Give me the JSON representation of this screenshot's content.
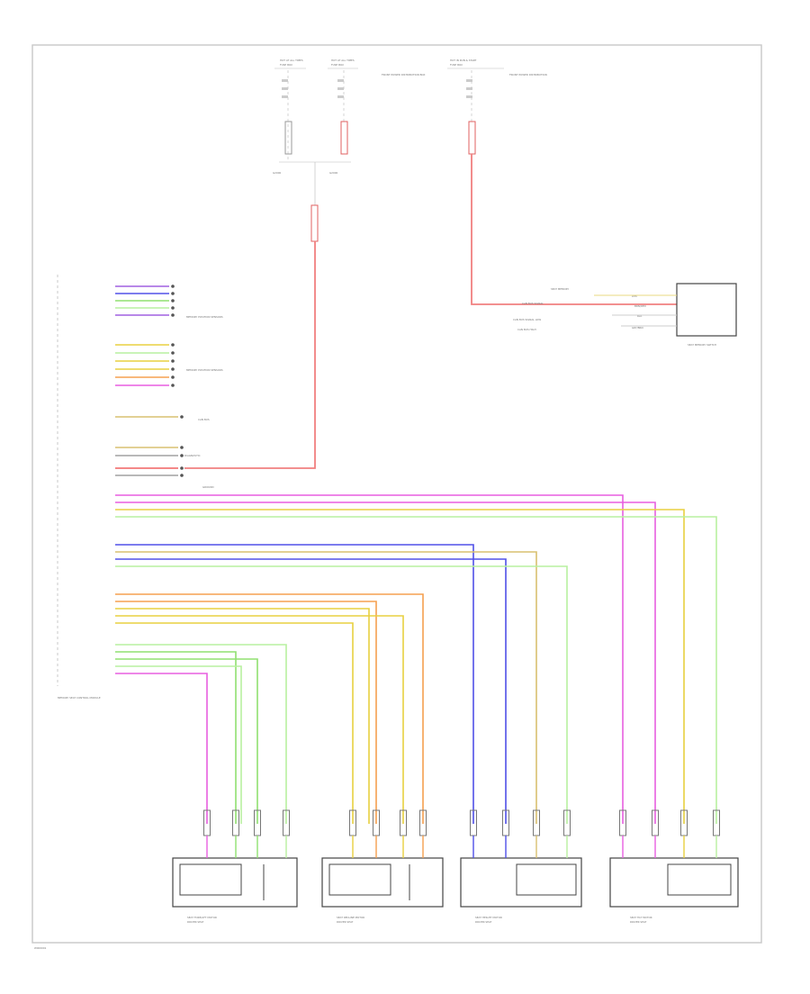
{
  "diagram": {
    "footer_code": "W000001",
    "colors": {
      "pink": "#e85fe0",
      "red": "#f06060",
      "orange": "#f5a050",
      "yellow": "#e8d040",
      "green": "#90e070",
      "lightgreen": "#b8f0a0",
      "blue": "#5050e8",
      "violet": "#a060e0",
      "brown": "#a08070",
      "tan": "#d8c070",
      "gray": "#a0a0a0",
      "box": "#444444"
    },
    "fuses": [
      {
        "title": "HOT AT ALL TIMES",
        "label": "FUSE BOX",
        "note": ""
      },
      {
        "title": "HOT AT ALL TIMES",
        "label": "FUSE BOX",
        "note": "FRONT POWER DISTRIBUTION BOX"
      },
      {
        "title": "HOT IN RUN & START",
        "label": "FUSE BOX",
        "note": "FRONT POWER DISTRIBUTION"
      }
    ],
    "module": {
      "name": "MEMORY SEAT CONTROL MODULE",
      "groups": [
        {
          "label": "MEMORY POSITION SENSORS"
        },
        {
          "label": "MEMORY POSITION SENSORS"
        },
        {
          "label": "CAN BUS"
        },
        {
          "label": "DIAGNOSTIC"
        }
      ]
    },
    "switch": {
      "name": "SEAT MEMORY SWITCH",
      "pins": [
        "WHT",
        "BRN/RED",
        "BLK",
        "GRY/BRN"
      ],
      "lines": [
        "SEAT MEMORY",
        "CAN BUS SIGNAL",
        "CAN BUS SIGNAL LOW",
        "CAN BUS HIGH"
      ]
    },
    "motors": [
      {
        "name": "SEAT FORE/AFT MOTOR",
        "sub": "DRIVER SEAT"
      },
      {
        "name": "SEAT RECLINE MOTOR",
        "sub": "DRIVER SEAT"
      },
      {
        "name": "SEAT HEIGHT MOTOR",
        "sub": "DRIVER SEAT"
      },
      {
        "name": "SEAT TILT MOTOR",
        "sub": "DRIVER SEAT"
      }
    ]
  }
}
